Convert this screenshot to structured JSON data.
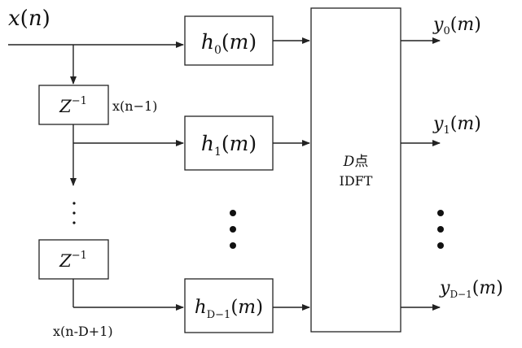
{
  "input": {
    "var": "x",
    "arg": "n"
  },
  "delays": [
    {
      "base": "Z",
      "exp": "−1",
      "output_label": "x(n−1)"
    },
    {
      "base": "Z",
      "exp": "−1",
      "output_label": "x(n-D+1)"
    }
  ],
  "filters": [
    {
      "var": "h",
      "sub": "0",
      "arg": "m"
    },
    {
      "var": "h",
      "sub": "1",
      "arg": "m"
    },
    {
      "var": "h",
      "sub": "D−1",
      "arg": "m"
    }
  ],
  "idft": {
    "line1_var": "D",
    "line1_cjk": "点",
    "line2": "IDFT"
  },
  "outputs": [
    {
      "var": "y",
      "sub": "0",
      "arg": "m"
    },
    {
      "var": "y",
      "sub": "1",
      "arg": "m"
    },
    {
      "var": "y",
      "sub": "D−1",
      "arg": "m"
    }
  ]
}
